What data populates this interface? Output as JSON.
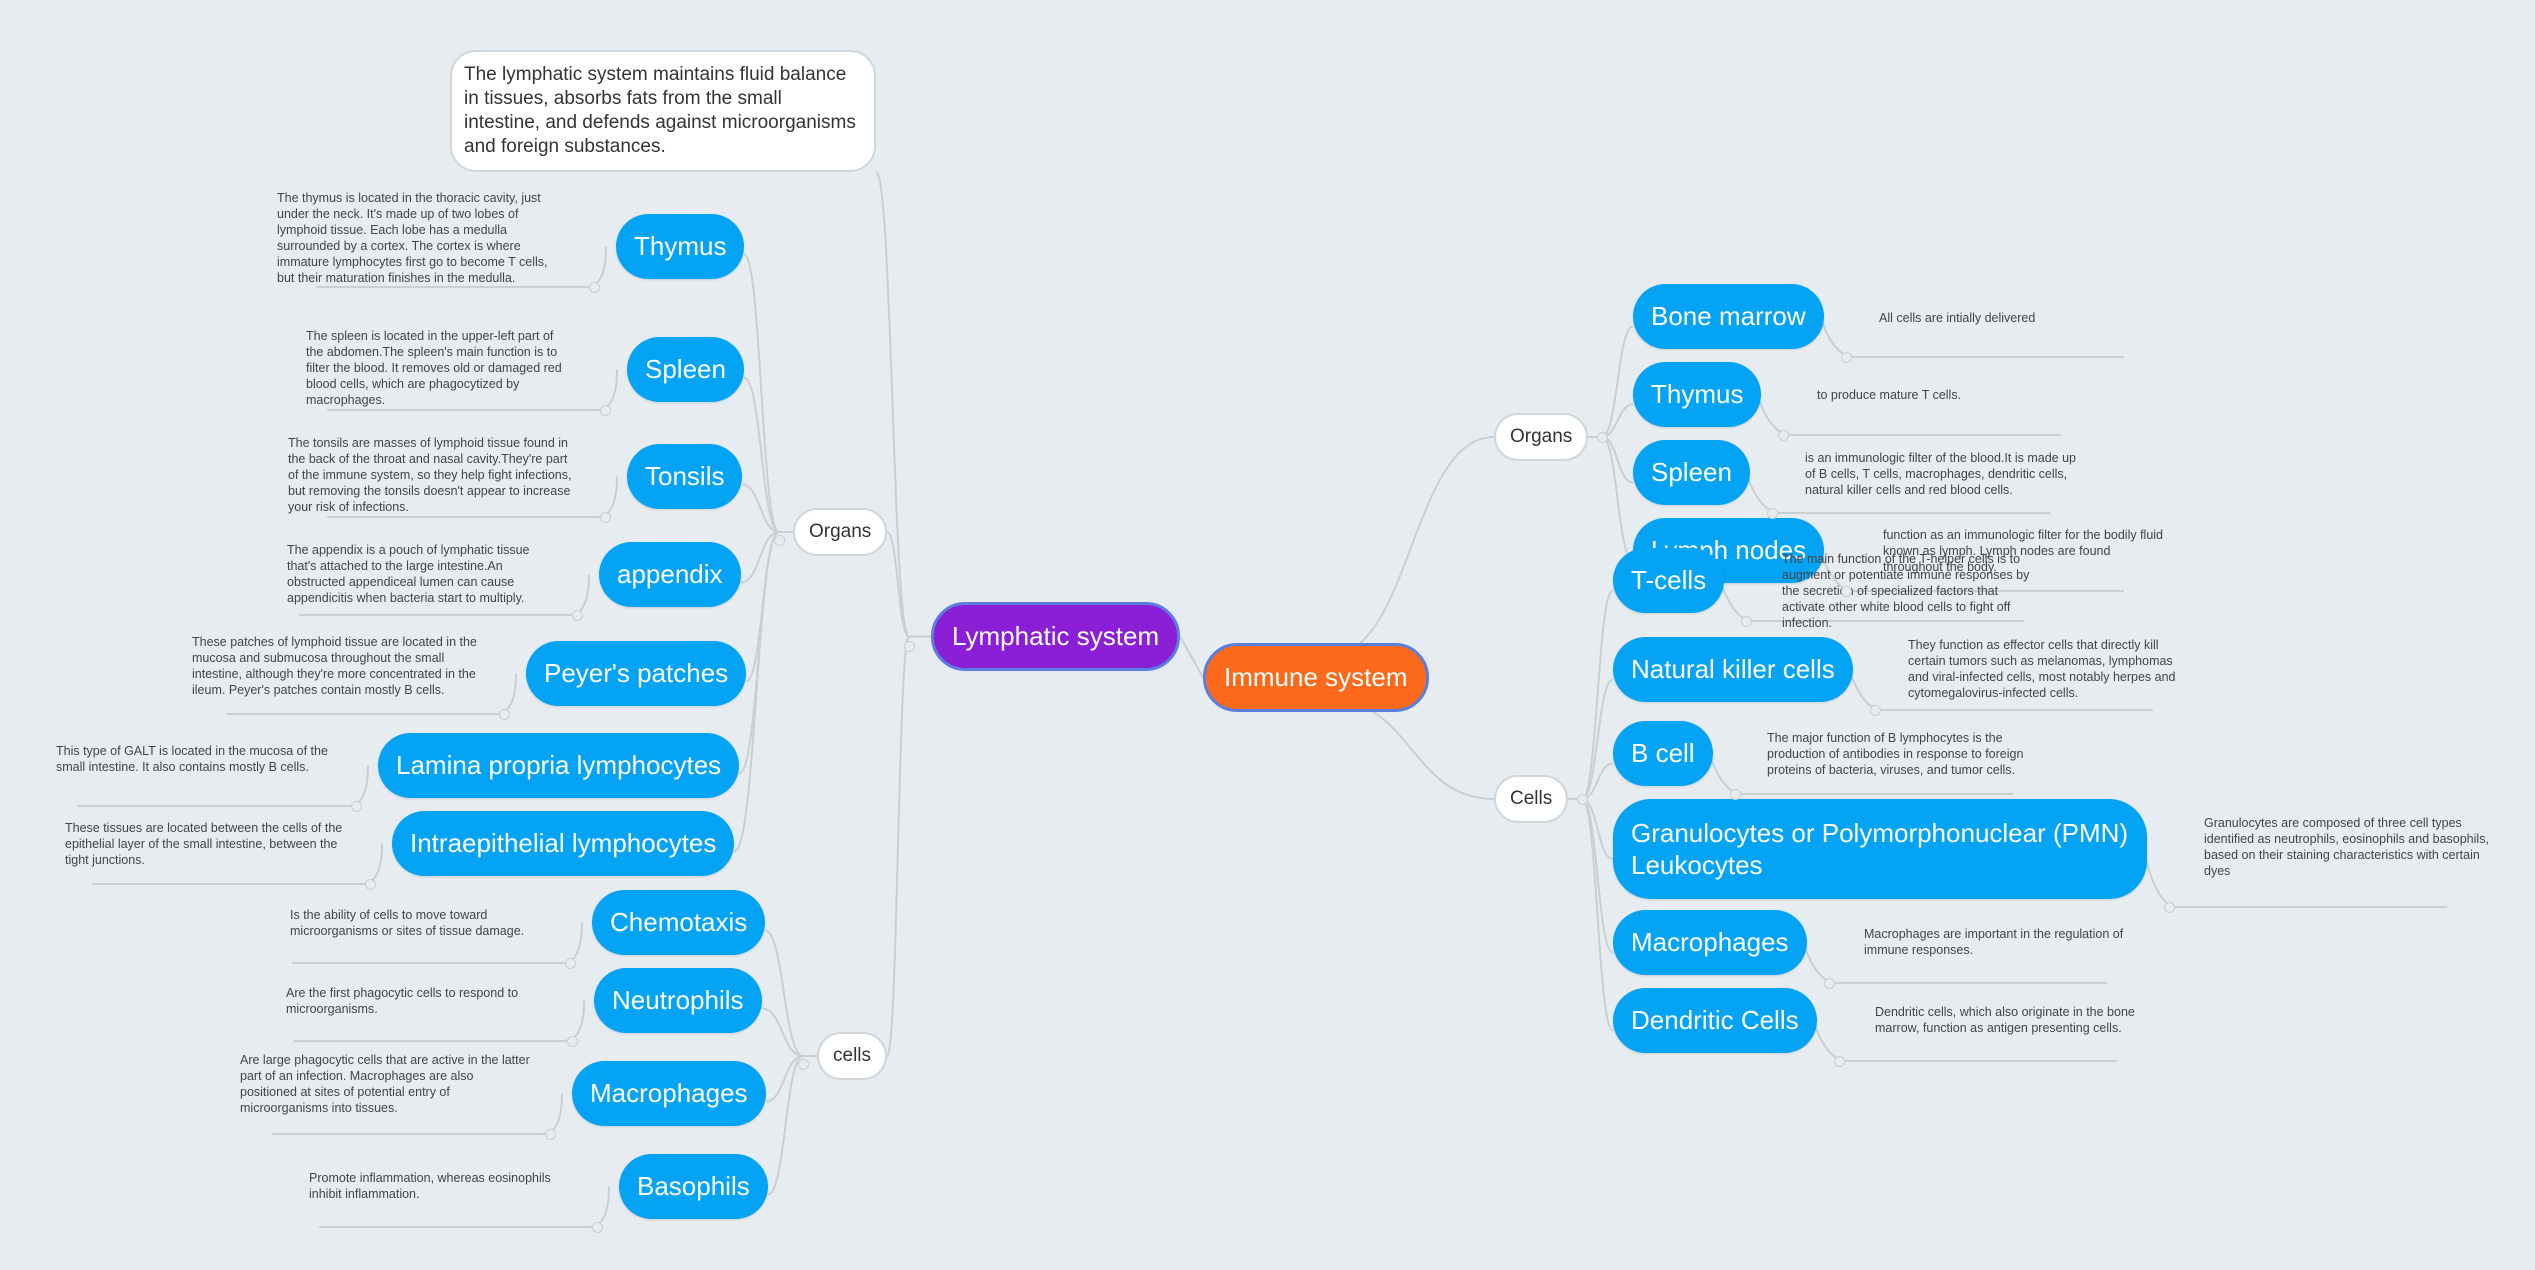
{
  "root": "Lymphatic system",
  "intro": "The lymphatic system maintains fluid balance in tissues, absorbs fats from the small intestine, and defends against microorganisms and foreign substances.",
  "left": {
    "organs_label": "Organs",
    "organs": [
      {
        "label": "Thymus",
        "note": "The thymus is located in the thoracic cavity, just under the neck. It's made up of two lobes of lymphoid tissue. Each lobe has a medulla surrounded by a cortex. The cortex is where immature lymphocytes first go to become T cells, but their maturation finishes in the medulla."
      },
      {
        "label": "Spleen",
        "note": "The spleen is located in the upper-left part of the abdomen.The spleen's main function is to filter the blood. It removes old or damaged red blood cells, which are phagocytized by macrophages."
      },
      {
        "label": "Tonsils",
        "note": "The tonsils are masses of lymphoid tissue found in the back of the throat and nasal cavity.They're part of the immune system, so they help fight infections, but removing the tonsils doesn't appear to increase your risk of infections."
      },
      {
        "label": "appendix",
        "note": "The appendix is a pouch of lymphatic tissue that's attached to the large intestine.An obstructed appendiceal lumen can cause appendicitis when bacteria start to multiply."
      },
      {
        "label": "Peyer's patches",
        "note": "These patches of lymphoid tissue are located in the mucosa and submucosa throughout the small intestine, although they're more concentrated in the ileum. Peyer's patches contain mostly B cells."
      },
      {
        "label": "Lamina propria lymphocytes",
        "note": "This type of GALT is located in the mucosa of the small intestine. It also contains mostly B cells."
      },
      {
        "label": "Intraepithelial lymphocytes",
        "note": "These tissues are located between the cells of the epithelial layer of the small intestine, between the tight junctions."
      }
    ],
    "cells_label": "cells",
    "cells": [
      {
        "label": "Chemotaxis",
        "note": "Is the ability of cells to move toward microorganisms or sites of tissue damage."
      },
      {
        "label": "Neutrophils",
        "note": "Are the first phagocytic cells to respond to microorganisms."
      },
      {
        "label": "Macrophages",
        "note": "Are large phagocytic cells that are active in the latter part of an infection. Macrophages are also\npositioned at sites of potential entry of microorganisms into tissues."
      },
      {
        "label": "Basophils",
        "note": "Promote inflammation, whereas eosinophils inhibit inflammation."
      }
    ]
  },
  "right": {
    "title": "Immune system",
    "organs_label": "Organs",
    "organs": [
      {
        "label": "Bone marrow",
        "note": "All cells are intially delivered"
      },
      {
        "label": "Thymus",
        "note": "to produce mature T cells."
      },
      {
        "label": "Spleen",
        "note": "is an immunologic filter of the blood.It is made up of B cells, T cells, macrophages, dendritic cells, natural killer cells and red blood cells."
      },
      {
        "label": "Lymph nodes",
        "note": "function as an immunologic filter for the bodily fluid known as lymph. Lymph nodes are found throughout the body."
      }
    ],
    "cells_label": "Cells",
    "cells": [
      {
        "label": "T-cells",
        "note": "The main function of the T-helper cells is to augment or potentiate immune responses by the secretion of specialized factors that activate other white blood cells to fight off infection."
      },
      {
        "label": "Natural killer cells",
        "note": "They function as effector cells that directly kill certain tumors such as melanomas, lymphomas and viral-infected cells, most notably herpes and cytomegalovirus-infected cells."
      },
      {
        "label": "B cell",
        "note": "The major function of B lymphocytes is the production of antibodies in response to foreign proteins of bacteria, viruses, and tumor cells."
      },
      {
        "label": "Granulocytes or Polymorphonuclear (PMN) Leukocytes",
        "note": "Granulocytes are composed of three cell types identified as neutrophils, eosinophils and basophils, based on their staining characteristics with certain dyes"
      },
      {
        "label": "Macrophages",
        "note": "Macrophages are important in the regulation of immune responses."
      },
      {
        "label": "Dendritic Cells",
        "note": "Dendritic cells, which also originate in the bone marrow, function as antigen presenting cells."
      }
    ]
  }
}
